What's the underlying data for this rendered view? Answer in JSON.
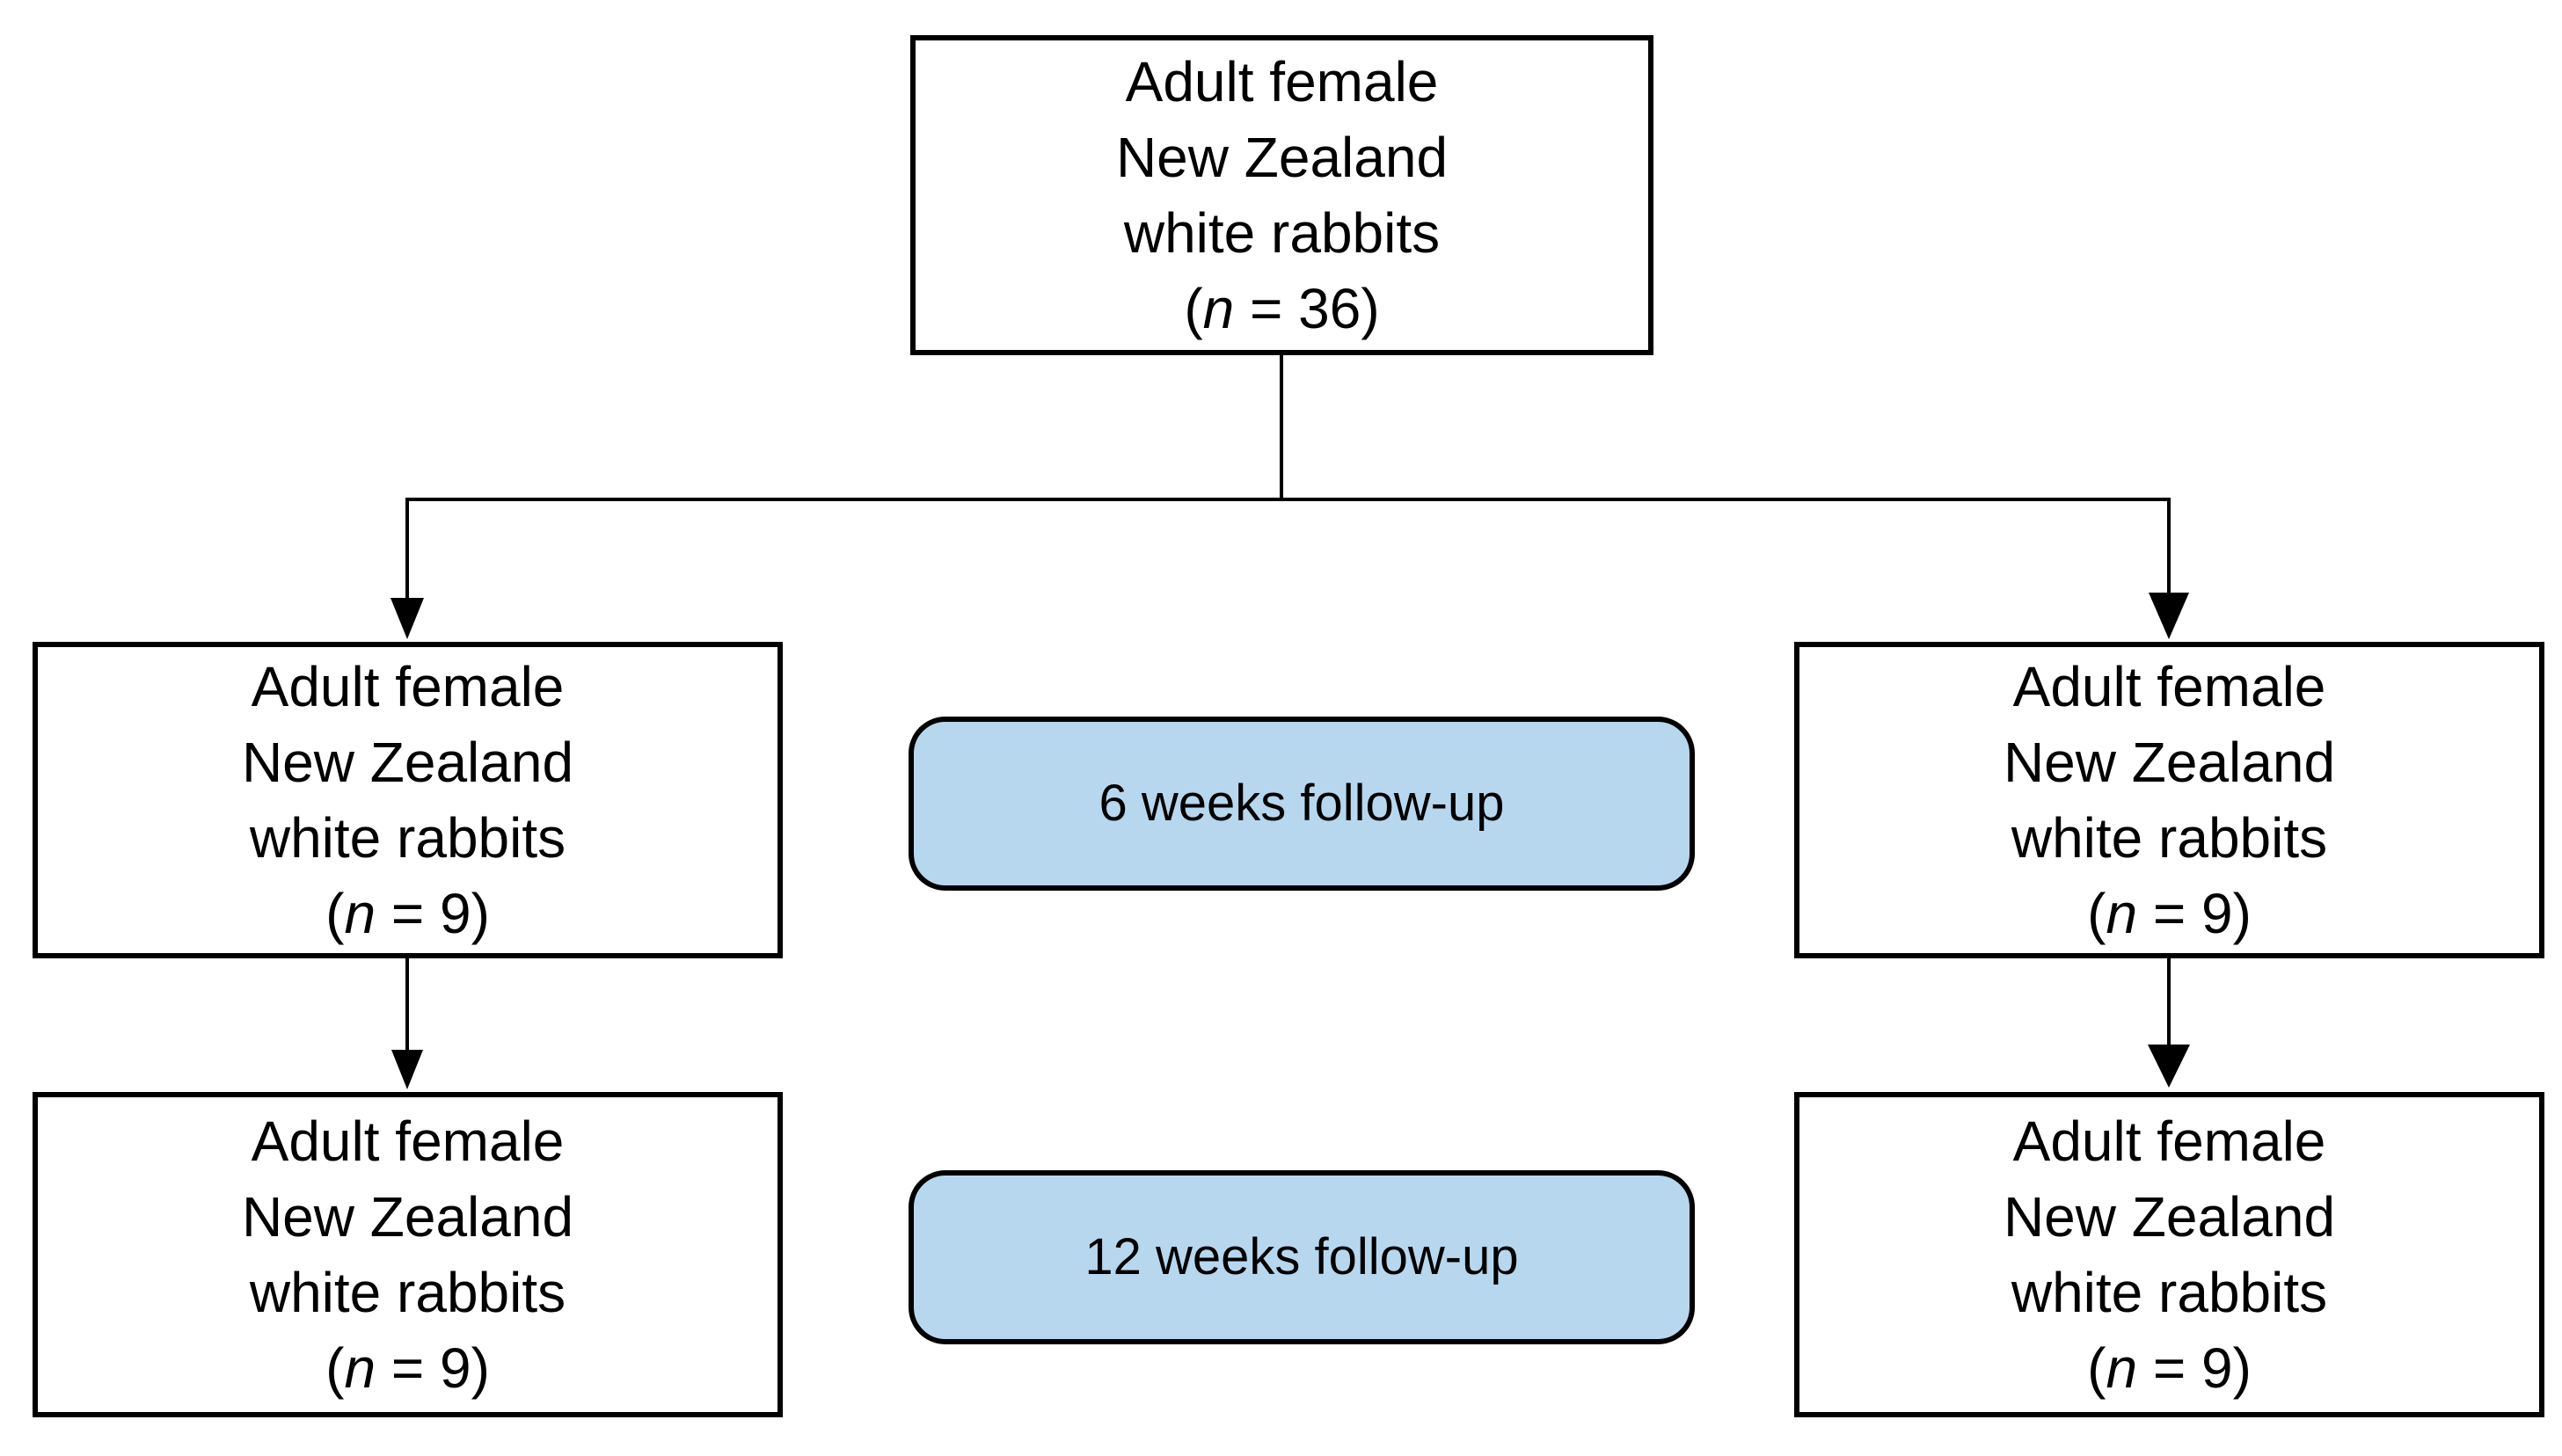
{
  "colors": {
    "background": "#ffffff",
    "population_box_fill": "#ffffff",
    "population_box_border": "#000000",
    "followup_badge_fill": "#b7d7ef",
    "followup_badge_border": "#000000",
    "text": "#000000",
    "connector": "#000000"
  },
  "population_boxes": {
    "top": {
      "lines": [
        "Adult female",
        "New Zealand",
        "white rabbits"
      ],
      "count": {
        "prefix": "(",
        "symbol": "n",
        "suffix": " = 36)"
      }
    },
    "mid_left": {
      "lines": [
        "Adult female",
        "New Zealand",
        "white rabbits"
      ],
      "count": {
        "prefix": "(",
        "symbol": "n",
        "suffix": " = 9)"
      }
    },
    "mid_right": {
      "lines": [
        "Adult female",
        "New Zealand",
        "white rabbits"
      ],
      "count": {
        "prefix": "(",
        "symbol": "n",
        "suffix": " = 9)"
      }
    },
    "bottom_left": {
      "lines": [
        "Adult female",
        "New Zealand",
        "white rabbits"
      ],
      "count": {
        "prefix": "(",
        "symbol": "n",
        "suffix": " = 9)"
      }
    },
    "bottom_right": {
      "lines": [
        "Adult female",
        "New Zealand",
        "white rabbits"
      ],
      "count": {
        "prefix": "(",
        "symbol": "n",
        "suffix": " = 9)"
      }
    }
  },
  "followup_badges": {
    "six_weeks": {
      "label": "6 weeks follow-up"
    },
    "twelve_weeks": {
      "label": "12 weeks follow-up"
    }
  }
}
